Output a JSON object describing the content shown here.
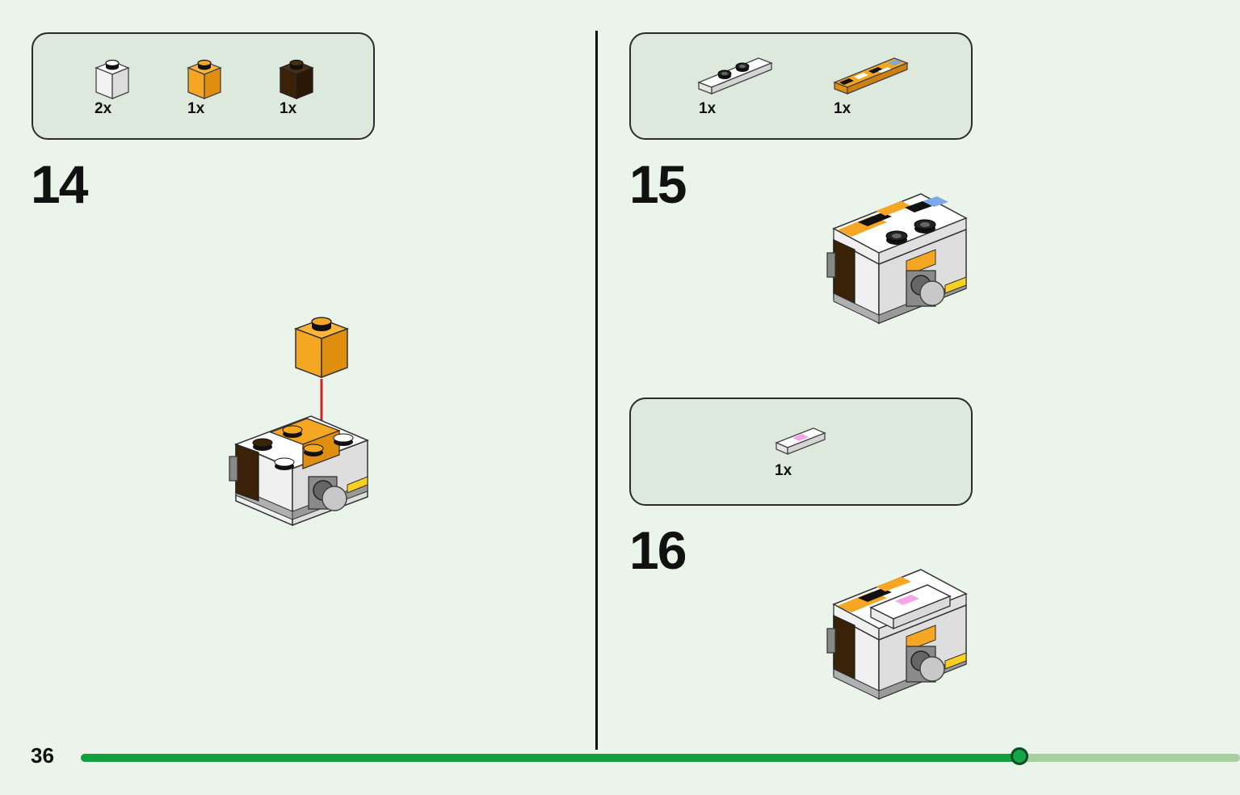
{
  "step14": {
    "number": "14",
    "parts": [
      {
        "name": "white-1x1-brick",
        "qty": "2x",
        "color": "#ffffff"
      },
      {
        "name": "orange-1x1-brick",
        "qty": "1x",
        "color": "#f5a623"
      },
      {
        "name": "dark-brown-1x1-brick",
        "qty": "1x",
        "color": "#3a2208"
      }
    ]
  },
  "step15": {
    "number": "15",
    "parts": [
      {
        "name": "white-1x4-plate-with-2-studs",
        "qty": "1x",
        "color": "#ffffff"
      },
      {
        "name": "printed-1x4-tile",
        "qty": "1x",
        "color": "#f5a623"
      }
    ]
  },
  "step16": {
    "number": "16",
    "parts": [
      {
        "name": "white-1x2-tile-pink-print",
        "qty": "1x",
        "color": "#f4a6e6"
      }
    ]
  },
  "footer": {
    "page_number": "36",
    "progress": 0.81
  },
  "colors": {
    "background": "#eaf4ea",
    "box_fill": "#dde9dc",
    "progress": "#10a040",
    "progress_track": "#a6d0a0",
    "arrow": "#d42020"
  }
}
